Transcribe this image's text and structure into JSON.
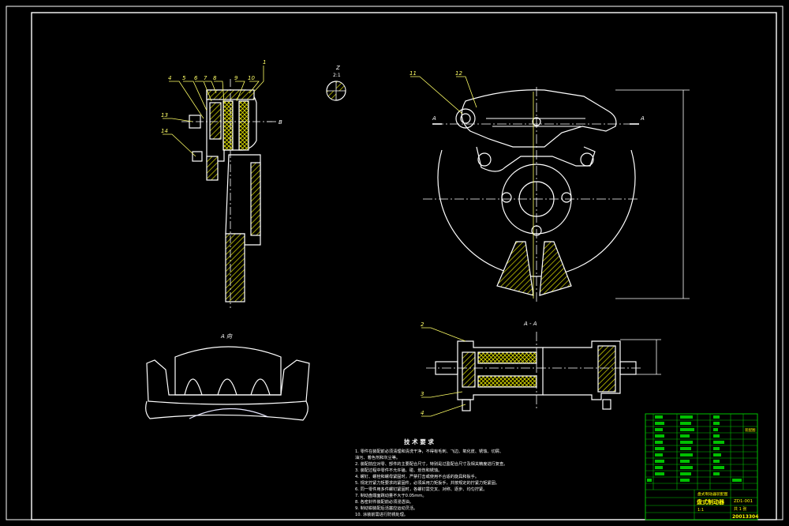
{
  "colors": {
    "background": "#000000",
    "frame": "#ffffff",
    "outline": "#ffffff",
    "outline_alt": "#e8e8ff",
    "centerline": "#ffffff",
    "hatch": "#dede00",
    "leader": "#ffff66",
    "label": "#ffff66",
    "titleblock_grid": "#00c000",
    "titleblock_text": "#ffff00",
    "notes_text": "#ffffff"
  },
  "view_labels": {
    "section_top": "Z",
    "section_scale": "2:1",
    "bottom_view": "A 向",
    "section_aa": "A - A",
    "cut_left": "A",
    "cut_right": "A",
    "side_arrow": "B"
  },
  "balloons": {
    "top_row": [
      "4",
      "5",
      "6",
      "7",
      "8",
      "9",
      "10",
      "1"
    ],
    "left_col": [
      "13",
      "14"
    ],
    "caliper": [
      "11",
      "12"
    ],
    "section": [
      "2",
      "3",
      "4"
    ]
  },
  "tech_notes": {
    "title": "技 术 要 求",
    "lines": [
      "1. 零件在装配前必须清理和清洗干净，不得有毛刺、飞边、氧化皮、锈蚀、切屑、",
      "   油污、着色剂和灰尘等。",
      "2. 装配前应对零、部件的主要配合尺寸，特别是过盈配合尺寸及相关精度进行复查。",
      "3. 装配过程中零件不允许磕、碰、划伤和锈蚀。",
      "4. 螺钉、螺栓和螺母紧固时，严禁打击或使用不合适的旋具和扳手。",
      "5. 规定拧紧力矩要求的紧固件，必须采用力矩扳手，并按规定的拧紧力矩紧固。",
      "6. 同一零件用多件螺钉紧固时，各螺钉需交叉、对称、逐步、均匀拧紧。",
      "7. 制动盘端面跳动量不大于0.05mm。",
      "8. 各密封件装配前必须浸透油。",
      "9. 制动钳装配后活塞应运动灵活。",
      "10. 涂装前需进行防锈处理。"
    ]
  },
  "title_block": {
    "drawing_title": "盘式制动器",
    "subtitle": "盘式制动器装配图",
    "scale": "1:1",
    "sheet": "共 1 张",
    "drawing_no": "ZD1-001",
    "code": "20013304",
    "small_top_right": "装配图"
  }
}
